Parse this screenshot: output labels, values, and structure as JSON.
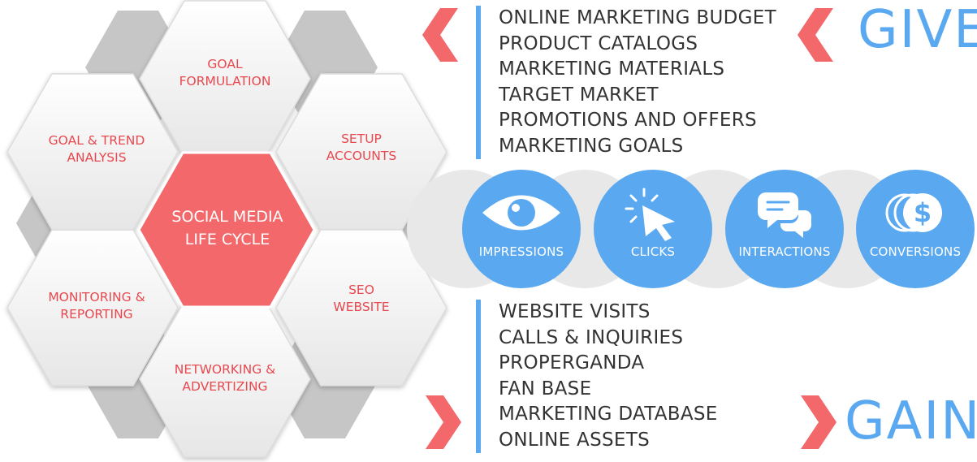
{
  "lifecycle": {
    "center": "SOCIAL MEDIA\nLIFE CYCLE",
    "hexes": [
      {
        "id": "goal-formulation",
        "label": "GOAL\nFORMULATION"
      },
      {
        "id": "setup-accounts",
        "label": "SETUP\nACCOUNTS"
      },
      {
        "id": "seo-website",
        "label": "SEO\nWEBSITE"
      },
      {
        "id": "networking-advertizing",
        "label": "NETWORKING &\nADVERTIZING"
      },
      {
        "id": "monitoring-reporting",
        "label": "MONITORING &\nREPORTING"
      },
      {
        "id": "goal-trend-analysis",
        "label": "GOAL & TREND\nANALYSIS"
      }
    ]
  },
  "give": {
    "title": "GIVE",
    "items": [
      "ONLINE MARKETING BUDGET",
      "PRODUCT CATALOGS",
      "MARKETING MATERIALS",
      "TARGET MARKET",
      "PROMOTIONS AND OFFERS",
      "MARKETING GOALS"
    ]
  },
  "metrics": [
    {
      "label": "IMPRESSIONS",
      "icon": "eye-icon"
    },
    {
      "label": "CLICKS",
      "icon": "cursor-click-icon"
    },
    {
      "label": "INTERACTIONS",
      "icon": "chat-bubbles-icon"
    },
    {
      "label": "CONVERSIONS",
      "icon": "dollar-coins-icon"
    }
  ],
  "gain": {
    "title": "GAIN",
    "items": [
      "WEBSITE VISITS",
      "CALLS & INQUIRIES",
      "PROPERGANDA",
      "FAN BASE",
      "MARKETING DATABASE",
      "ONLINE ASSETS"
    ]
  },
  "colors": {
    "accent_blue": "#5aa9f0",
    "accent_red": "#f2686b",
    "label_red": "#e8484e",
    "grey_hex": "#c6c6c6",
    "band_grey": "#e8e8e8"
  }
}
